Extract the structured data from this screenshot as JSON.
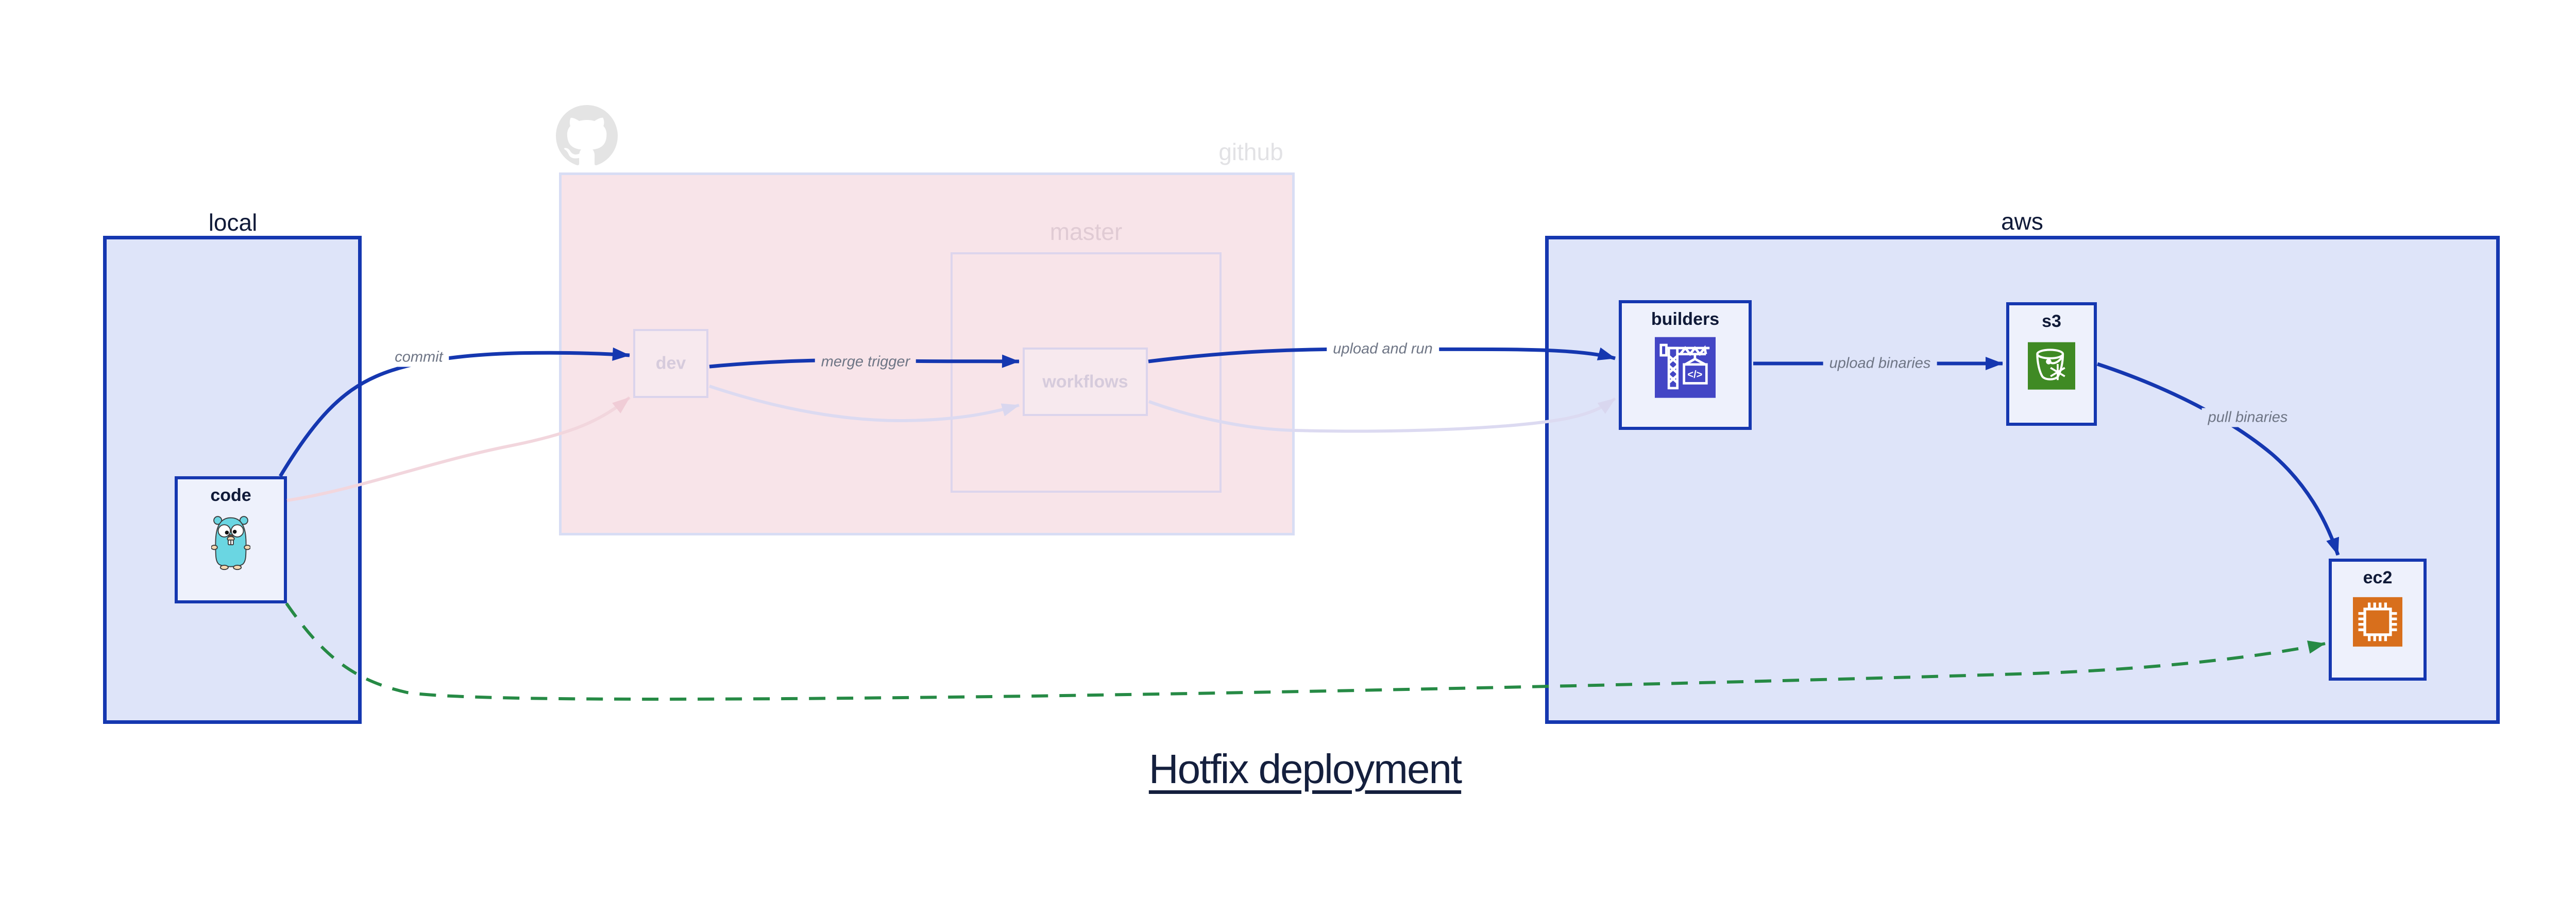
{
  "title": {
    "text": "Hotfix deployment"
  },
  "clusters": {
    "local": {
      "label": "local"
    },
    "github": {
      "label": "github"
    },
    "master": {
      "label": "master"
    },
    "aws": {
      "label": "aws"
    }
  },
  "nodes": {
    "code": {
      "label": "code",
      "icon": "go-gopher-icon"
    },
    "dev": {
      "label": "dev"
    },
    "workflows": {
      "label": "workflows"
    },
    "builders": {
      "label": "builders",
      "icon": "codebuild-crane-icon"
    },
    "s3": {
      "label": "s3",
      "icon": "s3-bucket-icon"
    },
    "ec2": {
      "label": "ec2",
      "icon": "ec2-chip-icon"
    }
  },
  "edges": {
    "commit": {
      "label": "commit",
      "style": "solid",
      "color": "#1537b0"
    },
    "merge_trigger": {
      "label": "merge trigger",
      "style": "solid",
      "color": "#1537b0"
    },
    "upload_and_run": {
      "label": "upload and run",
      "style": "solid",
      "color": "#1537b0"
    },
    "upload_binaries": {
      "label": "upload binaries",
      "style": "solid",
      "color": "#1537b0"
    },
    "pull_binaries": {
      "label": "pull binaries",
      "style": "solid",
      "color": "#1537b0"
    },
    "hotfix_bypass": {
      "label": "",
      "style": "dashed",
      "color": "#268a45"
    },
    "faded_code_dev": {
      "style": "faded",
      "color": "#f2d6dd"
    },
    "faded_dev_workflows": {
      "style": "faded",
      "color": "#dcdaf1"
    },
    "faded_workflows_builders": {
      "style": "faded",
      "color": "#dcdaf1"
    }
  },
  "colors": {
    "strong_blue": "#1537b0",
    "cluster_blue_fill": "#dee4f9",
    "node_fill": "#eef1fc",
    "github_pink_fill": "#f8e4e9",
    "faded_border": "#ddd5ed",
    "faded_node_fill": "#f7e9ee",
    "green_dashed": "#268a45",
    "edge_label_gray": "#6e7585",
    "dark_navy_text": "#101a38",
    "github_gray": "#e2e2e5",
    "builders_icon_bg": "#4346c5",
    "s3_icon_bg": "#3f8a24",
    "ec2_icon_bg": "#d86f1c",
    "gopher_teal": "#6ad6e2"
  },
  "logo": {
    "name": "github-logo"
  }
}
